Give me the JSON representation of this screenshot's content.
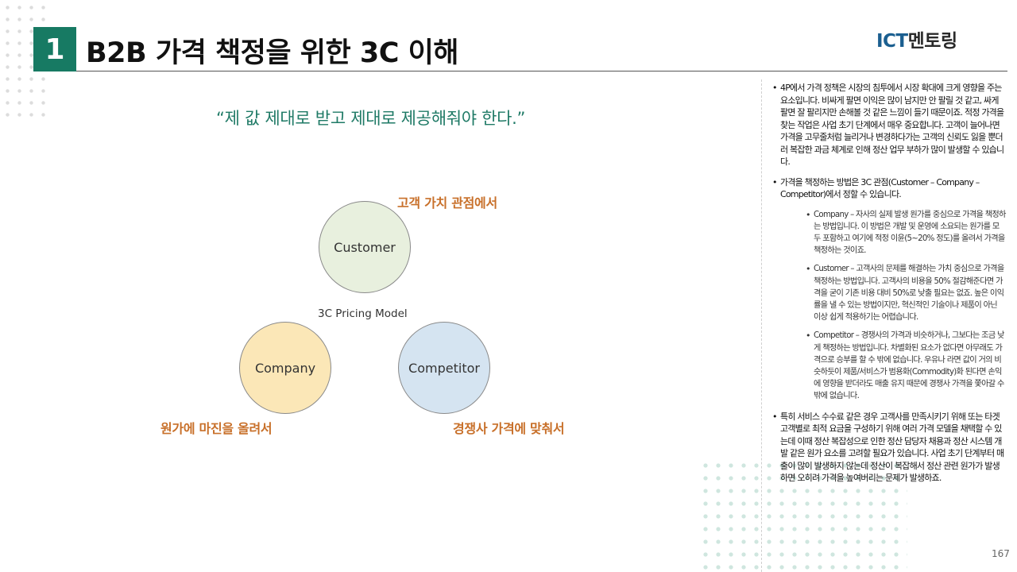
{
  "header": {
    "number": "1",
    "title": "B2B 가격 책정을 위한 3C 이해",
    "logo_part1": "ICT",
    "logo_part2": "멘토링"
  },
  "quote": "“제 값 제대로 받고 제대로 제공해줘야 한다.”",
  "diagram": {
    "model_label": "3C Pricing Model",
    "customer": "Customer",
    "company": "Company",
    "competitor": "Competitor",
    "customer_perspective": "고객 가치 관점에서",
    "company_perspective": "원가에 마진을 올려서",
    "competitor_perspective": "경쟁사 가격에 맞춰서"
  },
  "notes": {
    "p1": "4P에서 가격 정책은 시장의 침투에서 시장 확대에 크게 영향을 주는 요소입니다. 비싸게 팔면 이익은 많이 남지만 안 팔릴 것 같고, 싸게 팔면 잘 팔리지만 손해볼 것 같은 느낌이 들기 때문이죠. 적정 가격을 찾는 작업은 사업 초기 단계에서 매우 중요합니다. 고객이 늘어나면 가격을 고무줄처럼 늘리거나 변경하다가는 고객의 신뢰도 잃을 뿐더러 복잡한 과금 체계로 인해 정산 업무 부하가 많이 발생할 수 있습니다.",
    "p2": "가격을 책정하는 방법은 3C 관점(Customer – Company – Competitor)에서 정할 수 있습니다.",
    "sub1": "Company – 자사의 실제 발생 원가를 중심으로 가격을 책정하는 방법입니다. 이 방법은 개발 및 운영에 소요되는 원가를 모두 포함하고 여기에 적정 이윤(5~20% 정도)를 올려서 가격을 책정하는 것이죠.",
    "sub2": "Customer – 고객사의 문제를 해결하는 가치 중심으로 가격을 책정하는 방법입니다. 고객사의 비용을 50% 절감해준다면 가격을 굳이 기존 비용 대비 50%로 낮출 필요는 없죠. 높은 이익률을 낼 수 있는 방법이지만, 혁신적인 기술이나 제품이 아닌 이상 쉽게 적용하기는 어렵습니다.",
    "sub3": "Competitor – 경쟁사의 가격과 비슷하거나, 그보다는 조금 낮게 책정하는 방법입니다. 차별화된 요소가 없다면 아무래도 가격으로 승부를 할 수 밖에 없습니다. 우유나 라면 값이 거의 비슷하듯이 제품/서비스가 범용화(Commodity)화 된다면 손익에 영향을 받더라도 매출 유지 때문에 경쟁사 가격을 쫓아갈 수 밖에 없습니다.",
    "p3": "특히 서비스 수수료 같은 경우 고객사를 만족시키기 위해 또는 타겟 고객별로 최적 요금을 구성하기 위해 여러 가격 모델을 채택할 수 있는데 이때 정산 복잡성으로 인한 정산 담당자 채용과 정산 시스템 개발 같은 원가 요소를 고려할 필요가 있습니다. 사업 초기 단계부터 매출이 많이 발생하지 않는데 정산이 복잡해서 정산 관련 원가가 발생하면 오히려 가격을 높여버리는 문제가 발생하죠."
  },
  "page_number": "167"
}
